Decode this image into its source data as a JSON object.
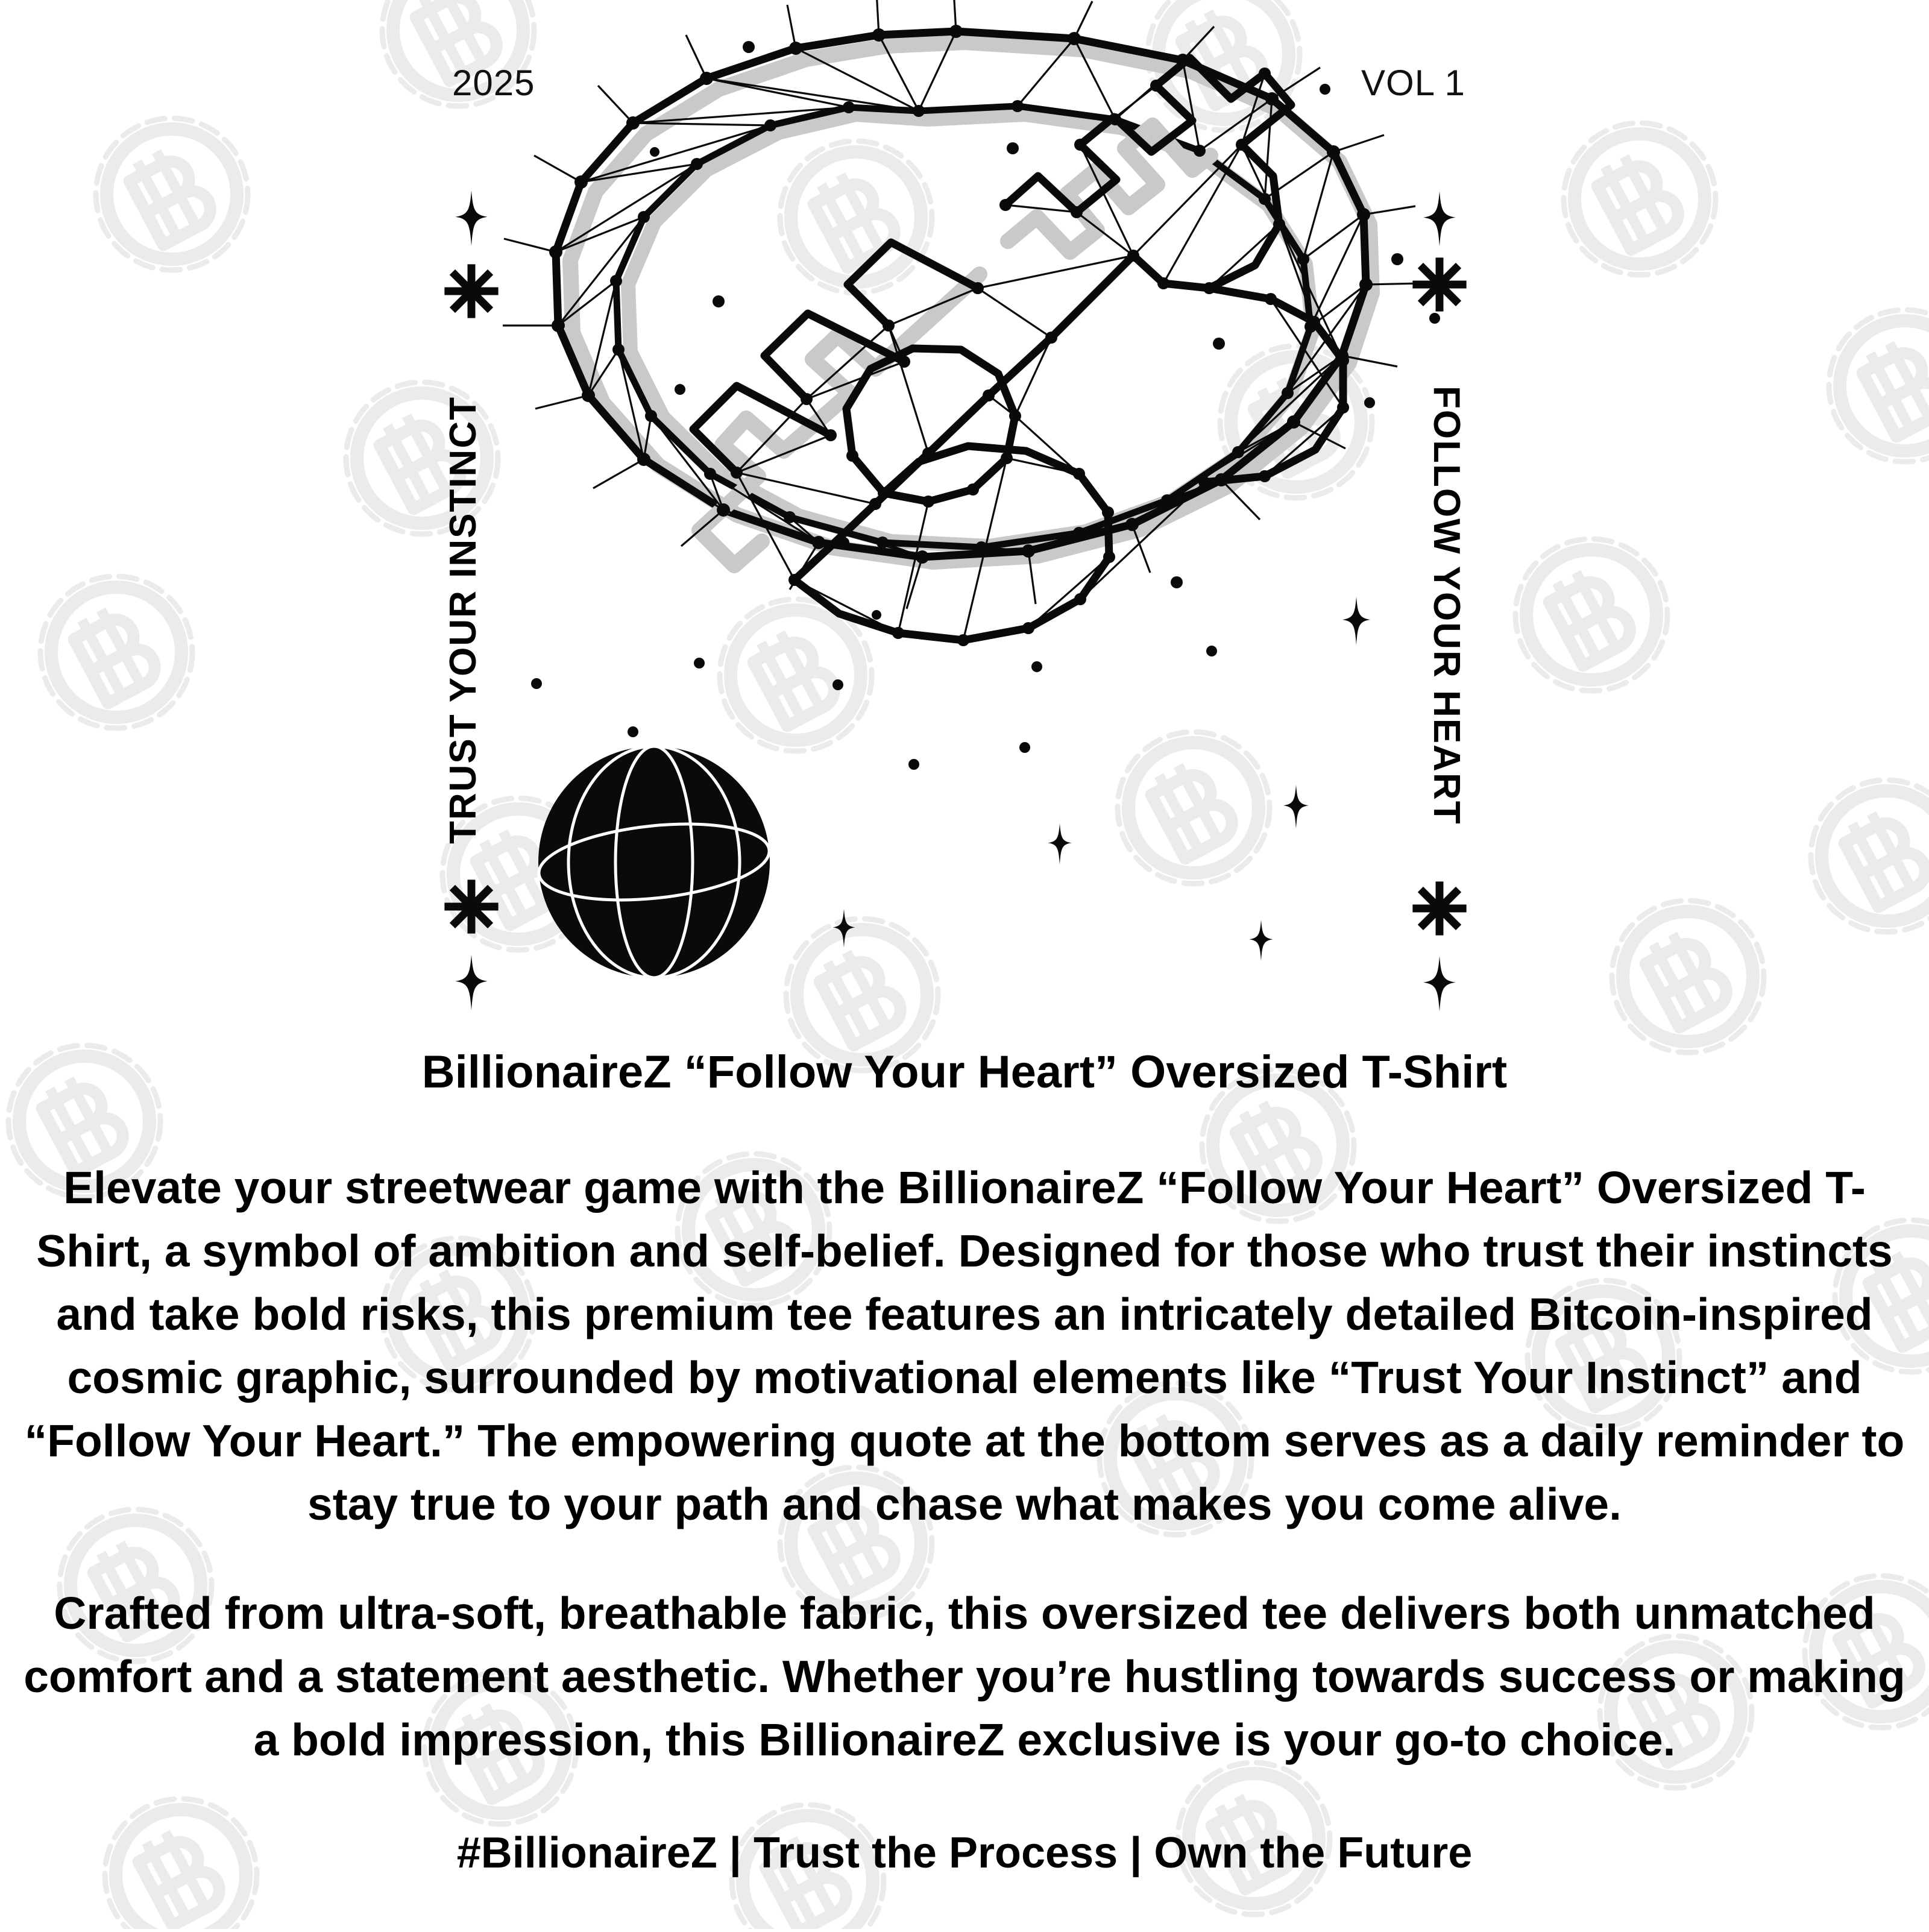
{
  "meta": {
    "year_label": "2025",
    "volume_label": "VOL 1"
  },
  "slogans": {
    "left": "TRUST YOUR INSTINCT",
    "right": "FOLLOW YOUR HEART"
  },
  "artwork": {
    "coin_icon": "bitcoin-constellation-coin",
    "globe_icon": "wireframe-globe",
    "sparkle_icon": "four-point-sparkle",
    "asterisk_icon": "eight-spoke-asterisk",
    "watermark_icon": "bitcoin-coin-watermark",
    "colors": {
      "ink": "#0a0a0a",
      "shadow": "#c9c9c9",
      "watermark": "#ebebeb",
      "background": "#ffffff"
    }
  },
  "copy": {
    "title": "BillionaireZ “Follow Your Heart” Oversized T-Shirt",
    "paragraph_1": "Elevate your streetwear game with the BillionaireZ “Follow Your Heart” Oversized T-Shirt, a symbol of ambition and self-belief. Designed for those who trust their instincts and take bold risks, this premium tee features an intricately detailed Bitcoin-inspired cosmic graphic, surrounded by motivational elements like “Trust Your Instinct” and “Follow Your Heart.” The empowering quote at the bottom serves as a daily reminder to stay true to your path and chase what makes you come alive.",
    "paragraph_2": "Crafted from ultra-soft, breathable fabric, this oversized tee delivers both unmatched comfort and a statement aesthetic. Whether you’re hustling towards success or making a bold impression, this BillionaireZ exclusive is your go-to choice.",
    "tagline": "#BillionaireZ | Trust the Process | Own the Future"
  }
}
